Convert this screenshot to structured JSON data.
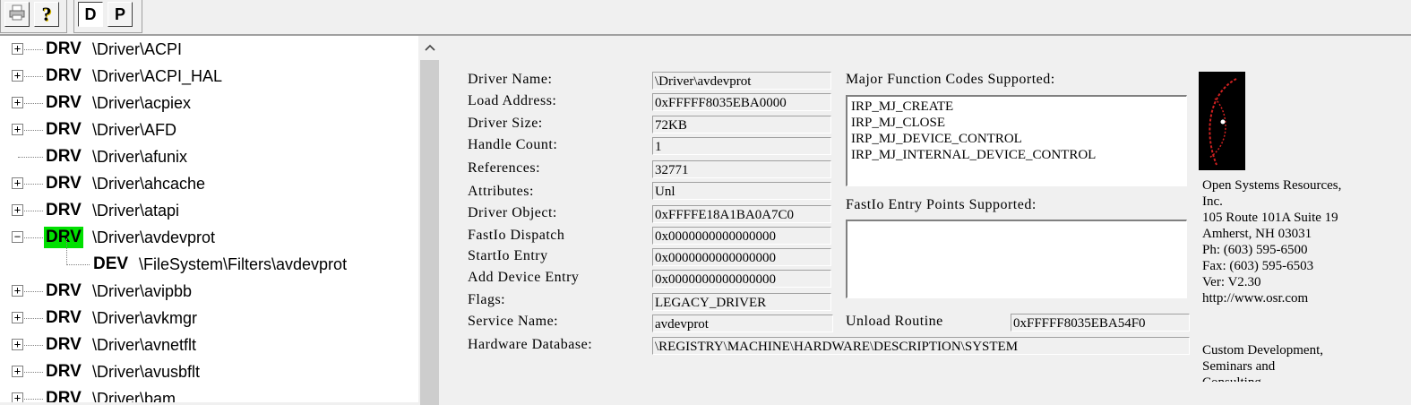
{
  "toolbar": {
    "print_icon": "printer-icon",
    "help_icon": "help-question-icon",
    "d_label": "D",
    "p_label": "P"
  },
  "tree": {
    "items": [
      {
        "kind": "DRV",
        "path": "\\Driver\\ACPI",
        "expandable": true
      },
      {
        "kind": "DRV",
        "path": "\\Driver\\ACPI_HAL",
        "expandable": true
      },
      {
        "kind": "DRV",
        "path": "\\Driver\\acpiex",
        "expandable": true
      },
      {
        "kind": "DRV",
        "path": "\\Driver\\AFD",
        "expandable": true
      },
      {
        "kind": "DRV",
        "path": "\\Driver\\afunix",
        "expandable": false
      },
      {
        "kind": "DRV",
        "path": "\\Driver\\ahcache",
        "expandable": true
      },
      {
        "kind": "DRV",
        "path": "\\Driver\\atapi",
        "expandable": true
      },
      {
        "kind": "DRV",
        "path": "\\Driver\\avdevprot",
        "expandable": true,
        "expanded": true,
        "selected": true
      },
      {
        "kind": "DEV",
        "path": "\\FileSystem\\Filters\\avdevprot",
        "child": true
      },
      {
        "kind": "DRV",
        "path": "\\Driver\\avipbb",
        "expandable": true
      },
      {
        "kind": "DRV",
        "path": "\\Driver\\avkmgr",
        "expandable": true
      },
      {
        "kind": "DRV",
        "path": "\\Driver\\avnetflt",
        "expandable": true
      },
      {
        "kind": "DRV",
        "path": "\\Driver\\avusbflt",
        "expandable": true
      },
      {
        "kind": "DRV",
        "path": "\\Driver\\bam",
        "expandable": true
      }
    ],
    "expand_glyph": "+",
    "collapse_glyph": "−"
  },
  "details": {
    "driver_name_label": "Driver Name:",
    "driver_name": "\\Driver\\avdevprot",
    "load_address_label": "Load Address:",
    "load_address": "0xFFFFF8035EBA0000",
    "driver_size_label": "Driver Size:",
    "driver_size": "72KB",
    "handle_count_label": "Handle Count:",
    "handle_count": "1",
    "references_label": "References:",
    "references": "32771",
    "attributes_label": "Attributes:",
    "attributes": "Unl",
    "driver_object_label": "Driver Object:",
    "driver_object": "0xFFFFE18A1BA0A7C0",
    "fastio_dispatch_label": "FastIo Dispatch",
    "fastio_dispatch": "0x0000000000000000",
    "startio_entry_label": "StartIo Entry",
    "startio_entry": "0x0000000000000000",
    "add_device_entry_label": "Add Device Entry",
    "add_device_entry": "0x0000000000000000",
    "flags_label": "Flags:",
    "flags": "LEGACY_DRIVER",
    "service_name_label": "Service Name:",
    "service_name": "avdevprot",
    "hardware_database_label": "Hardware Database:",
    "hardware_database": "\\REGISTRY\\MACHINE\\HARDWARE\\DESCRIPTION\\SYSTEM",
    "major_function_label": "Major Function Codes Supported:",
    "major_functions": [
      "IRP_MJ_CREATE",
      "IRP_MJ_CLOSE",
      "IRP_MJ_DEVICE_CONTROL",
      "IRP_MJ_INTERNAL_DEVICE_CONTROL"
    ],
    "fastio_entry_label": "FastIo Entry Points Supported:",
    "unload_routine_label": "Unload Routine",
    "unload_routine": "0xFFFFF8035EBA54F0"
  },
  "osr": {
    "logo_icon": "osr-logo-icon",
    "lines": [
      "Open Systems Resources,",
      "Inc.",
      "105 Route 101A Suite 19",
      "Amherst, NH 03031",
      "Ph:  (603) 595-6500",
      "Fax: (603) 595-6503",
      "Ver: V2.30",
      "http://www.osr.com"
    ],
    "custom_lines": [
      "Custom Development,",
      "Seminars and",
      "Consulting"
    ]
  },
  "colors": {
    "selection": "#00e000",
    "logo_bg": "#000000",
    "logo_swirl": "#d02020"
  }
}
